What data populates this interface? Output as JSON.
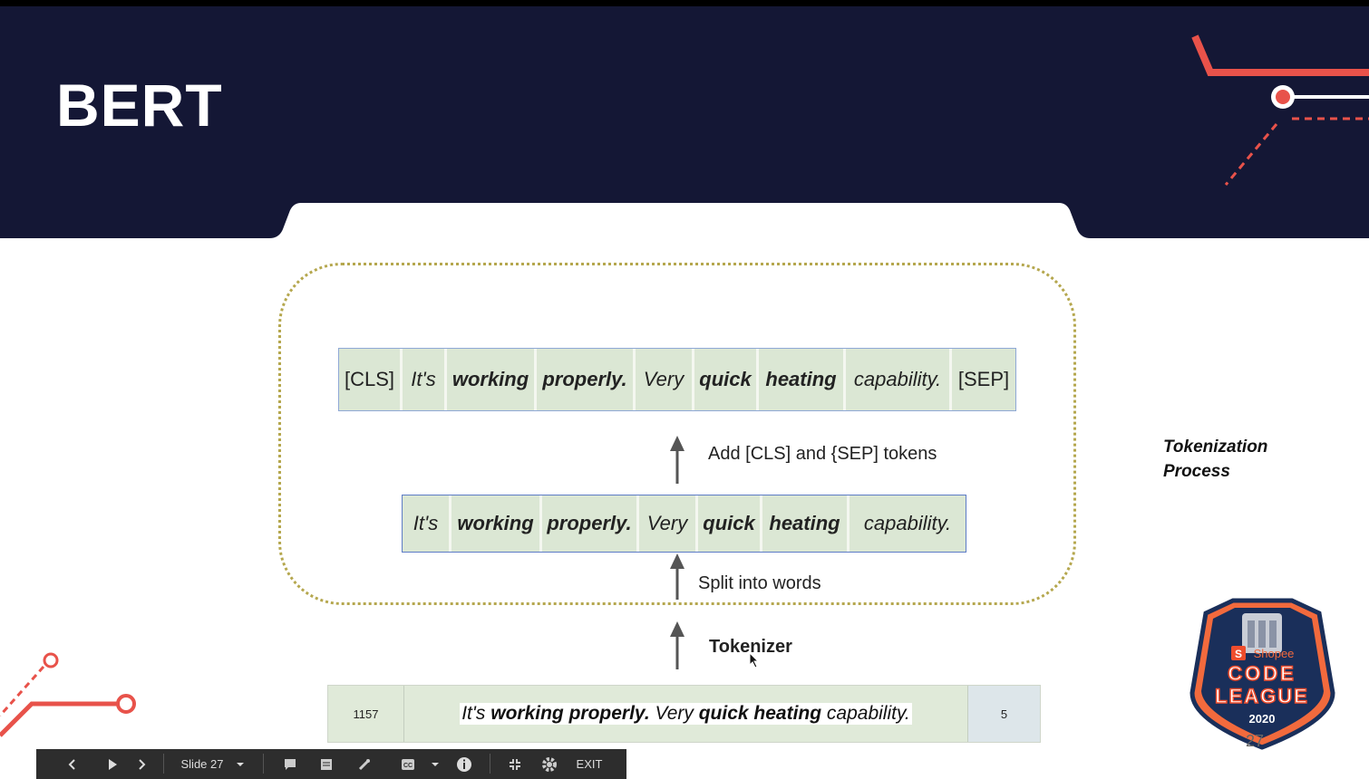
{
  "slide": {
    "title": "BERT",
    "side_label_line1": "Tokenization",
    "side_label_line2": "Process",
    "page_number": "27"
  },
  "diagram": {
    "top_tokens": [
      {
        "text": "[CLS]",
        "style": "normal"
      },
      {
        "text": "It's",
        "style": "italic"
      },
      {
        "text": "working",
        "style": "bold-italic"
      },
      {
        "text": "properly.",
        "style": "bold-italic"
      },
      {
        "text": "Very",
        "style": "italic"
      },
      {
        "text": "quick",
        "style": "bold-italic"
      },
      {
        "text": "heating",
        "style": "bold-italic"
      },
      {
        "text": "capability.",
        "style": "italic"
      },
      {
        "text": "[SEP]",
        "style": "normal"
      }
    ],
    "mid_tokens": [
      {
        "text": "It's",
        "style": "italic"
      },
      {
        "text": "working",
        "style": "bold-italic"
      },
      {
        "text": "properly.",
        "style": "bold-italic"
      },
      {
        "text": "Very",
        "style": "italic"
      },
      {
        "text": "quick",
        "style": "bold-italic"
      },
      {
        "text": "heating",
        "style": "bold-italic"
      },
      {
        "text": "capability.",
        "style": "italic"
      }
    ],
    "step_add_tokens": "Add [CLS] and {SEP] tokens",
    "step_split": "Split into words",
    "step_tokenizer": "Tokenizer"
  },
  "data_row": {
    "id": "1157",
    "sentence_parts": [
      {
        "text": "It's ",
        "style": "italic"
      },
      {
        "text": "working properly.",
        "style": "bold-italic"
      },
      {
        "text": " Very ",
        "style": "italic"
      },
      {
        "text": "quick heating",
        "style": "bold-italic"
      },
      {
        "text": " capability.",
        "style": "italic"
      }
    ],
    "rating": "5"
  },
  "logo": {
    "brand": "Shopee",
    "line1": "CODE",
    "line2": "LEAGUE",
    "year": "2020"
  },
  "toolbar": {
    "slide_label": "Slide 27",
    "exit_label": "EXIT",
    "icons": [
      "prev-icon",
      "play-icon",
      "next-icon",
      "chevron-down-icon",
      "comment-icon",
      "notes-icon",
      "pointer-icon",
      "captions-icon",
      "info-icon",
      "exit-fullscreen-icon",
      "gear-icon"
    ]
  },
  "colors": {
    "navy": "#141735",
    "accent_red": "#e8524a",
    "token_fill": "#dbe7d4",
    "dotted_border": "#b5a74e"
  }
}
